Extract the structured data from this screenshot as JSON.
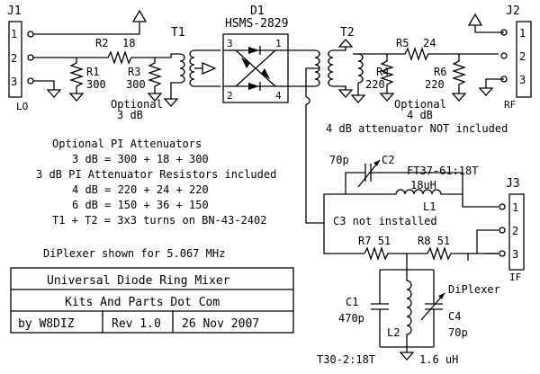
{
  "connectors": {
    "j1": {
      "label": "J1",
      "pins": [
        "1",
        "2",
        "3"
      ],
      "name": "LO"
    },
    "j2": {
      "label": "J2",
      "pins": [
        "1",
        "2",
        "3"
      ],
      "name": "RF"
    },
    "j3": {
      "label": "J3",
      "pins": [
        "1",
        "2",
        "3"
      ],
      "name": "IF"
    }
  },
  "diode": {
    "ref": "D1",
    "part": "HSMS-2829",
    "pins": [
      "3",
      "1",
      "2",
      "4"
    ]
  },
  "transformers": {
    "t1": "T1",
    "t2": "T2"
  },
  "resistors": {
    "r1": {
      "ref": "R1",
      "value": "300"
    },
    "r2": {
      "ref": "R2",
      "value": "18"
    },
    "r3": {
      "ref": "R3",
      "value": "300"
    },
    "r4": {
      "ref": "R4",
      "value": "220"
    },
    "r5": {
      "ref": "R5",
      "value": "24"
    },
    "r6": {
      "ref": "R6",
      "value": "220"
    },
    "r7": {
      "ref": "R7",
      "value": "51"
    },
    "r8": {
      "ref": "R8",
      "value": "51"
    }
  },
  "attenuators": {
    "left_line1": "Optional",
    "left_line2": "3 dB",
    "right_line1": "Optional",
    "right_line2": "4 dB",
    "right_note": "4 dB attenuator NOT included"
  },
  "notes": [
    "Optional PI Attenuators",
    "3 dB = 300 + 18 + 300",
    "3 dB PI Attenuator Resistors included",
    "4 dB = 220 + 24 + 220",
    "6 dB = 150 + 36 + 150",
    "T1 + T2 = 3x3 turns on BN-43-2402"
  ],
  "diplexer_note": "DiPlexer shown for 5.067 MHz",
  "diplexer": {
    "c2_value": "70p",
    "c2_ref": "C2",
    "l1_core": "FT37-61:18T",
    "l1_value": "18uH",
    "l1_ref": "L1",
    "c3_note": "C3 not installed",
    "c1_ref": "C1",
    "c1_value": "470p",
    "l2_ref": "L2",
    "c4_ref": "C4",
    "c4_value": "70p",
    "label": "DiPlexer",
    "l2_core": "T30-2:18T",
    "l2_value": "1.6 uH"
  },
  "titleblock": {
    "title": "Universal Diode Ring Mixer",
    "org": "Kits And Parts Dot Com",
    "author": "by W8DIZ",
    "rev": "Rev 1.0",
    "date": "26 Nov 2007"
  }
}
